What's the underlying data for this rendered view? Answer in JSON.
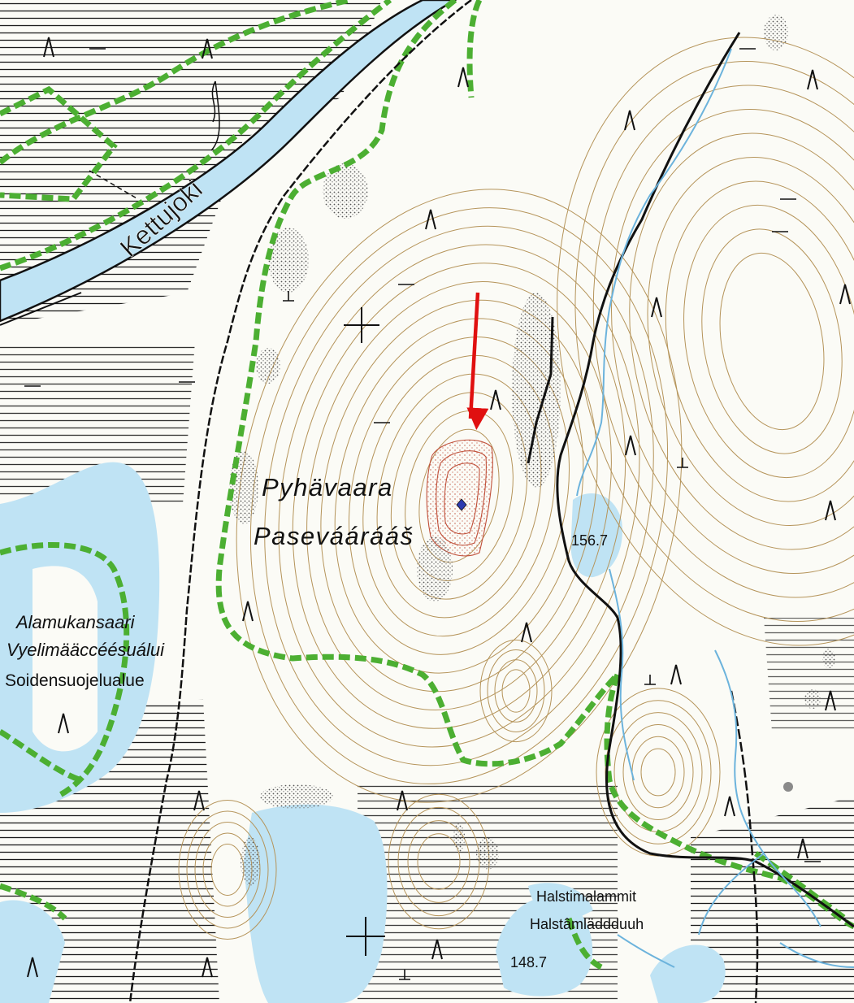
{
  "map": {
    "labels": {
      "river": "Kettujoki",
      "hill_fi": "Pyhävaara",
      "hill_sms": "Paseváárááš",
      "reserve_fi": "Alamukansaari",
      "reserve_sms": "Vyelimääccéésuálui",
      "reserve_type": "Soidensuojelualue",
      "pond_name_fi": "Halstimalammit",
      "pond_name_sms": "Halstâmläddduuh",
      "elev_upper": "156.7",
      "elev_lower": "148.7"
    },
    "colors": {
      "water": "#bfe3f4",
      "contour": "#b5945a",
      "summit_contour": "#c0503a",
      "protected_border": "#4caf32",
      "marsh_lines": "#111111",
      "road": "#111111",
      "stream": "#6cb3dc",
      "arrow": "#e01010",
      "rock": "#777777",
      "background": "#fbfbf6"
    },
    "icons": {
      "forest": "caret-up-symbol",
      "marker": "summit-point-icon",
      "pointer": "red-arrow-icon"
    }
  }
}
